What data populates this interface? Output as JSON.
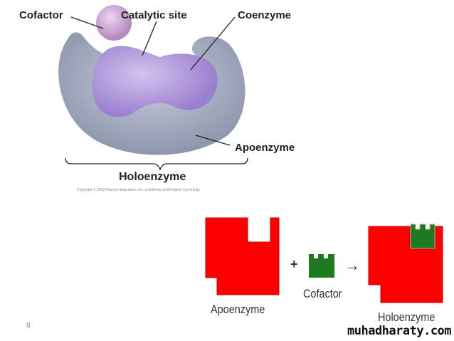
{
  "top_diagram": {
    "labels": {
      "cofactor": "Cofactor",
      "catalytic_site": "Catalytic site",
      "coenzyme": "Coenzyme",
      "apoenzyme": "Apoenzyme",
      "holoenzyme": "Holoenzyme"
    },
    "copyright": "Copyright © 2008 Pearson Education, Inc., publishing as Benjamin Cummings"
  },
  "bottom_diagram": {
    "apoenzyme": "Apoenzyme",
    "plus": "+",
    "cofactor": "Cofactor",
    "arrow": "→",
    "holoenzyme": "Holoenzyme",
    "colors": {
      "enzyme": "#ff0000",
      "cofactor": "#1e7a1e"
    }
  },
  "slide_number": "8",
  "watermark": "muhadharaty.com"
}
